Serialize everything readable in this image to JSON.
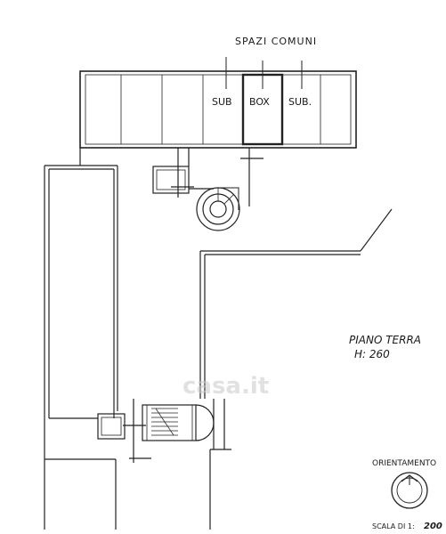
{
  "plan": {
    "title": "SPAZI COMUNI",
    "unit_labels": [
      "SUB",
      "BOX",
      "SUB."
    ],
    "floor_label": "PIANO TERRA",
    "height_label": "H: 260",
    "orientation_label": "ORIENTAMENTO",
    "scale_label": "SCALA DI 1:",
    "scale_value": "200",
    "watermark": "casa.it"
  }
}
